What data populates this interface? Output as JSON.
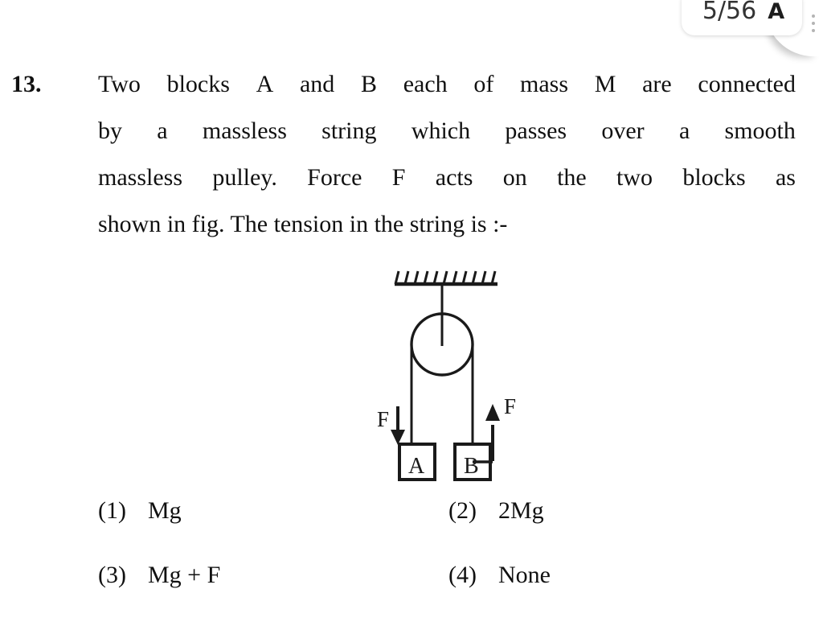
{
  "badge": {
    "counter": "5/56",
    "marker_glyph": "A",
    "kebab_icon": "vertical-dots-icon"
  },
  "question": {
    "number": "13.",
    "lines": [
      "Two blocks A and B each of mass M are connected",
      "by a massless string which passes over a smooth",
      "massless pulley. Force F acts on the two blocks as",
      "shown in fig. The tension in the string is :-"
    ]
  },
  "figure": {
    "name": "pulley-with-two-blocks-diagram",
    "ceiling_label": "hatched-ceiling-support",
    "pulley_label": "pulley-circle",
    "block_a": "A",
    "block_b": "B",
    "force_left_label": "F",
    "force_right_label": "F",
    "force_left_direction": "down",
    "force_right_direction": "up",
    "stroke_color": "#1a1a1a"
  },
  "options": [
    {
      "tag": "(1)",
      "value": "Mg"
    },
    {
      "tag": "(2)",
      "value": "2Mg"
    },
    {
      "tag": "(3)",
      "value": "Mg + F"
    },
    {
      "tag": "(4)",
      "value": "None"
    }
  ]
}
